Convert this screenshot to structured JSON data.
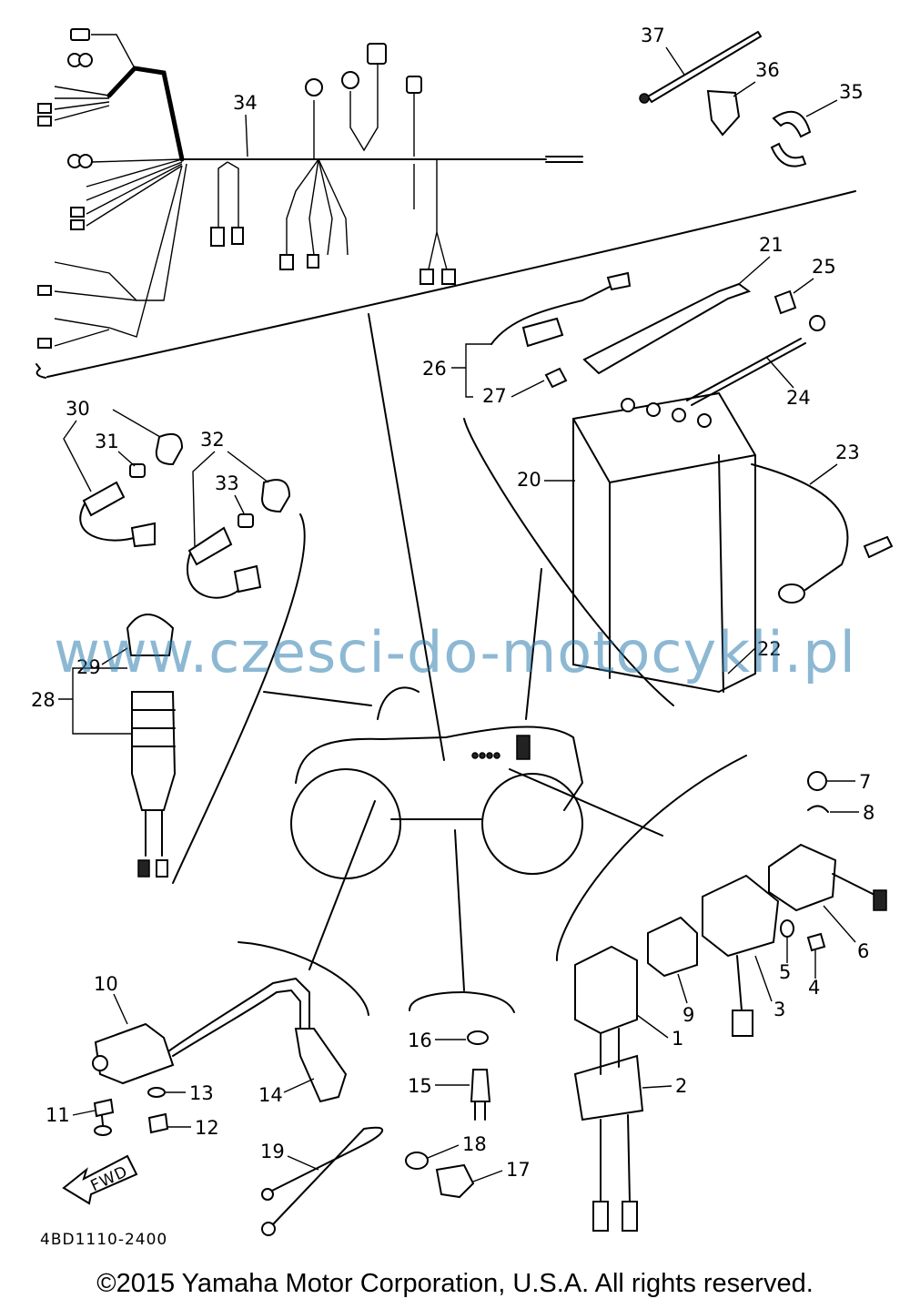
{
  "diagram": {
    "part_numbers": [
      "1",
      "2",
      "3",
      "4",
      "5",
      "6",
      "7",
      "8",
      "9",
      "10",
      "11",
      "12",
      "13",
      "14",
      "15",
      "16",
      "17",
      "18",
      "19",
      "20",
      "21",
      "22",
      "23",
      "24",
      "25",
      "26",
      "27",
      "28",
      "29",
      "30",
      "31",
      "32",
      "33",
      "34",
      "35",
      "36",
      "37"
    ],
    "drawing_code": "4BD1110-2400",
    "fwd_label": "FWD"
  },
  "watermark": "www.czesci-do-motocykli.pl",
  "copyright": "©2015 Yamaha Motor Corporation, U.S.A. All rights reserved."
}
